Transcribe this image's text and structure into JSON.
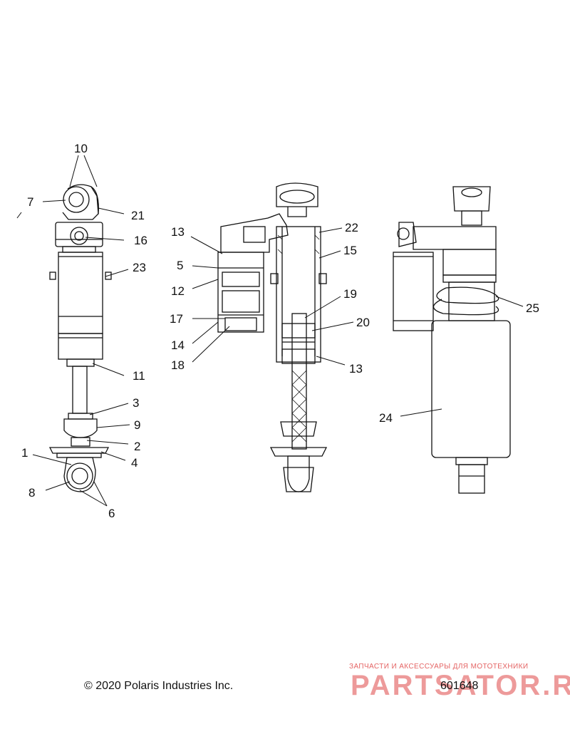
{
  "diagram": {
    "callouts": {
      "c1": "1",
      "c2": "2",
      "c3": "3",
      "c4": "4",
      "c5": "5",
      "c6": "6",
      "c7": "7",
      "c8": "8",
      "c9": "9",
      "c10": "10",
      "c11": "11",
      "c12": "12",
      "c13a": "13",
      "c13b": "13",
      "c14": "14",
      "c15": "15",
      "c16": "16",
      "c17": "17",
      "c18": "18",
      "c19": "19",
      "c20": "20",
      "c21": "21",
      "c22": "22",
      "c23": "23",
      "c24": "24",
      "c25": "25"
    }
  },
  "footer": {
    "copyright": "© 2020 Polaris Industries Inc.",
    "part_number": "601648"
  },
  "watermark": {
    "tagline": "ЗАПЧАСТИ И АКСЕССУАРЫ ДЛЯ МОТОТЕХНИКИ",
    "logo": "PARTSATOR.RU"
  }
}
